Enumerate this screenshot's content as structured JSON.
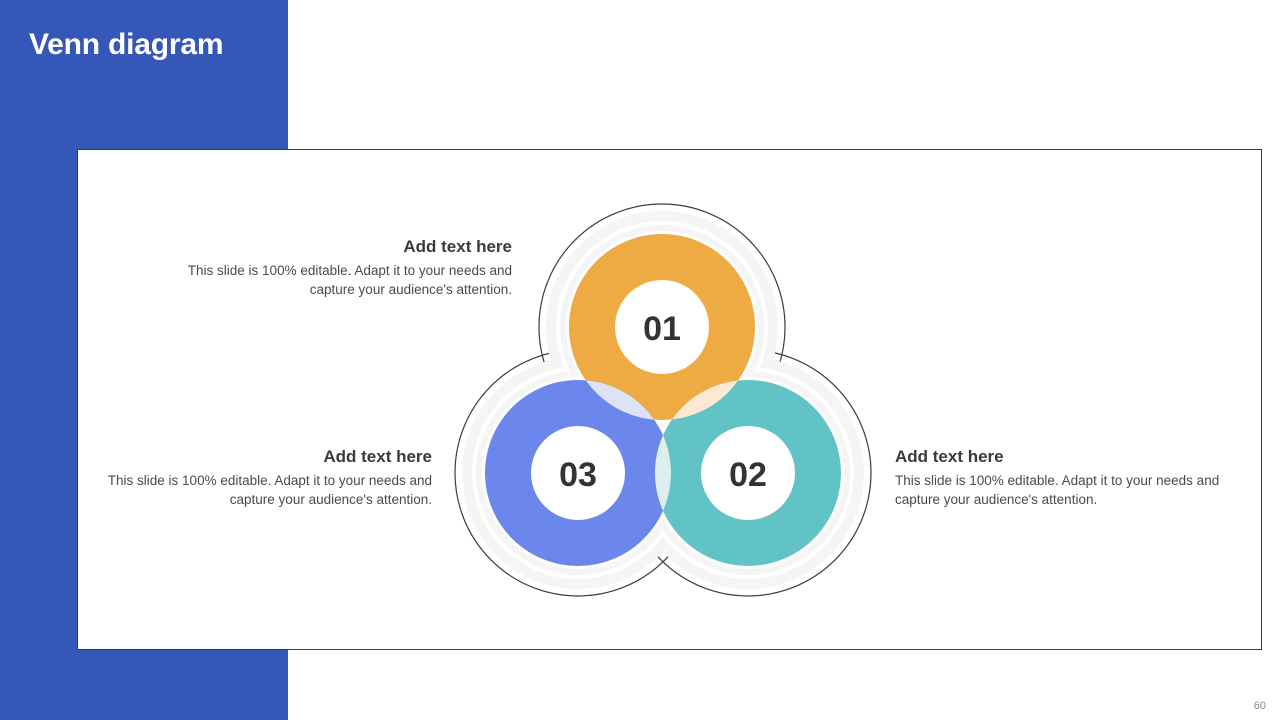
{
  "slide": {
    "title": "Venn diagram",
    "page_number": "60",
    "accent_color": "#3457b8",
    "panel_border_color": "#3c3c3c",
    "background": "#ffffff"
  },
  "venn": {
    "outline_color": "#3c3c3c",
    "halo_color": "#f4f4f4",
    "center_fill": "#ffffff",
    "number_color": "#333333",
    "segments": [
      {
        "id": "01",
        "number": "01",
        "color": "#eeaa43",
        "title": "Add text here",
        "body": "This slide is 100% editable. Adapt it to your needs and capture your audience's attention."
      },
      {
        "id": "02",
        "number": "02",
        "color": "#62c3c6",
        "title": "Add text here",
        "body": "This slide is 100% editable. Adapt it to your needs and capture your audience's attention."
      },
      {
        "id": "03",
        "number": "03",
        "color": "#6c87eb",
        "title": "Add text here",
        "body": "This slide is 100% editable. Adapt it to your needs and capture your audience's attention."
      }
    ],
    "overlap_colors": {
      "orange_blue": "#dde2f4",
      "orange_teal": "#fbe9d6",
      "blue_teal": "#dceeee",
      "center": "#f2f7f6"
    }
  }
}
